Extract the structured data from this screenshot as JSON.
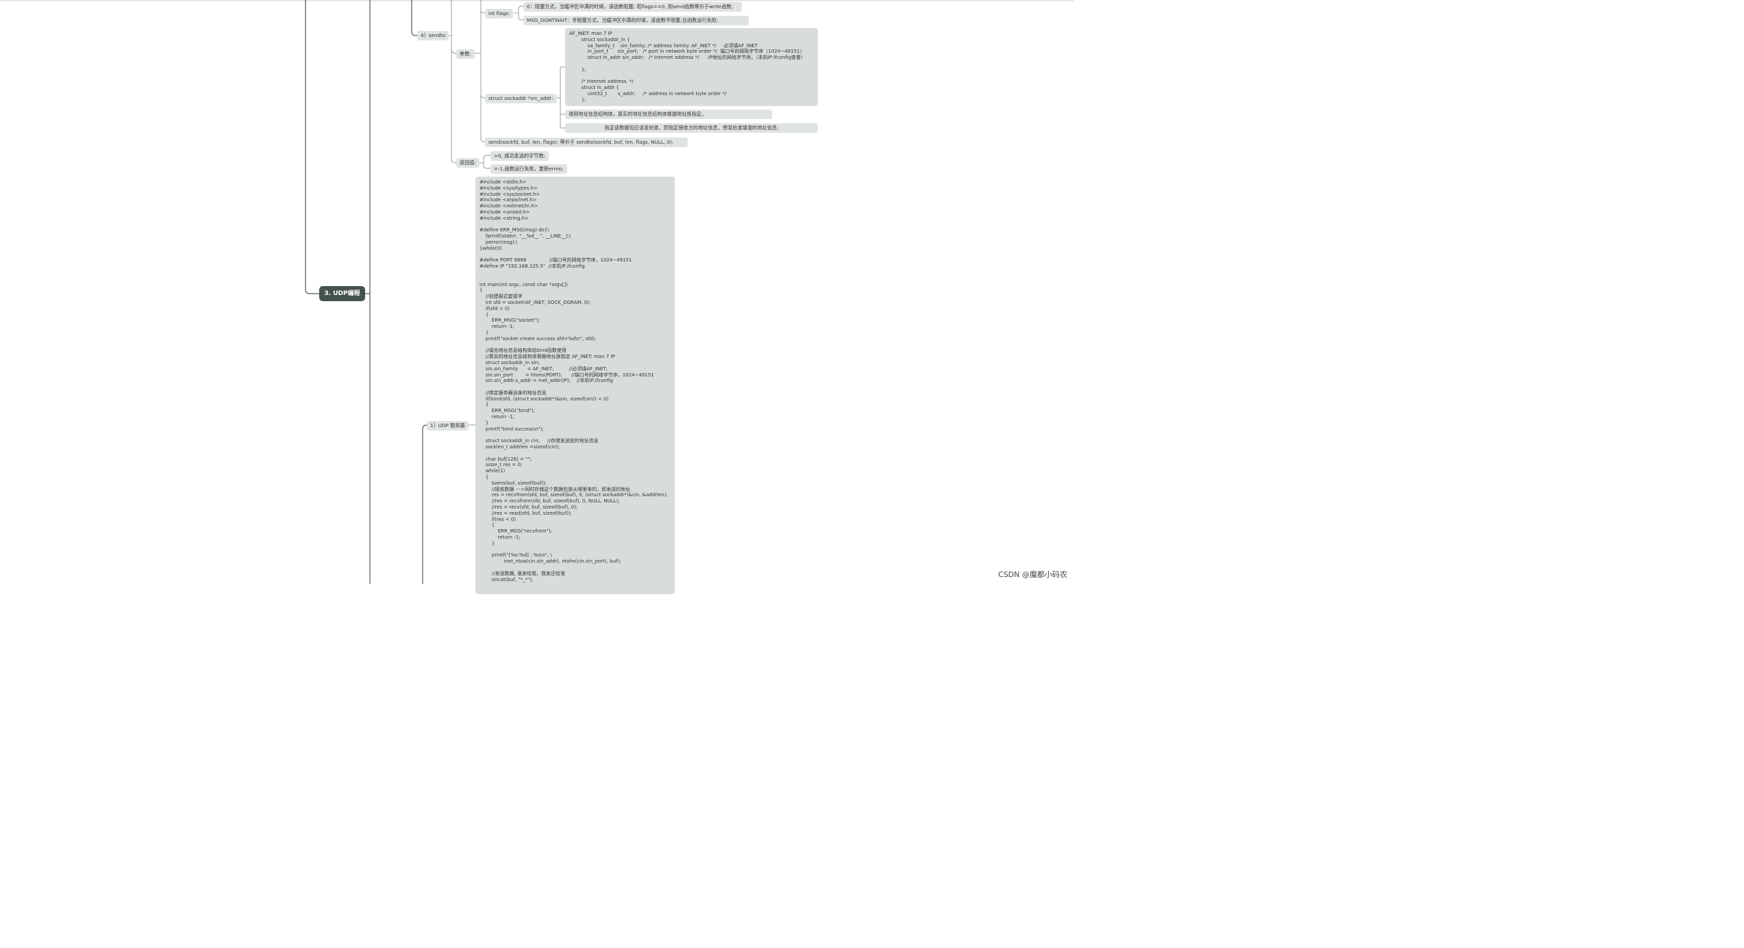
{
  "root": {
    "label": "3. UDP编程"
  },
  "sendto": {
    "label": "4）sendto",
    "params_label": "参数:",
    "flags_label": "int flags:",
    "flags_options": [
      "0：阻塞方式，当缓冲区中满的时候，该函数阻塞; 若flags==0, 则send函数等价于write函数;",
      "MSG_DONTWAIT：非阻塞方式，当缓冲区中满的时候，该函数不阻塞;且函数运行失败;"
    ],
    "src_addr_label": "struct sockaddr *src_addr:",
    "src_addr_code": "AF_INET: man 7 IP\n        struct sockaddr_in {\n            sa_family_t    sin_family; /* address family: AF_INET */     必须填AF_INET\n            in_port_t      sin_port;   /* port in network byte order */  端口号的网络字节序（1024~49151）\n            struct in_addr sin_addr;   /* internet address */      IP地址的网络字节序。（本机IP:ifconfig查看）\n\n        };\n\n        /* Internet address. */\n        struct in_addr {\n            uint32_t       s_addr;     /* address in network byte order */\n        };",
    "src_addr_notes": [
      "通用地址信息结构体，真实的地址信息结构体根据地址族指定。",
      "指定该数据包应该发给谁，即指定接收方的地址信息，想发给谁填谁的地址信息;"
    ],
    "equivalence": "send(sockfd, buf, len, flags); 等价于 sendto(sockfd, buf, len, flags, NULL, 0);",
    "return_label": "返回值:",
    "return_values": [
      ">0, 成功发送的字节数;",
      "=-1,函数运行失败，更新errno;"
    ]
  },
  "udp_server": {
    "label": "1）UDP 服务器",
    "code": "#include <stdio.h>\n#include <sys/types.h>\n#include <sys/socket.h>\n#include <arpa/inet.h>\n#include <netinet/in.h>\n#include <unistd.h>\n#include <string.h>\n\n#define ERR_MSG(msg) do{\\\n    fprintf(stderr, \"__%d__ \", __LINE__);\\\n    perror(msg);\\\n}while(0)\n\n#define PORT 8888               //端口号的网络字节序，1024~49151\n#define IP \"192.168.125.5\"  //本机IP,ifconfig\n\n\nint main(int argc, const char *argv[])\n{\n    //创建报式套接字\n    int sfd = socket(AF_INET, SOCK_DGRAM, 0);\n    if(sfd < 0)\n    {\n        ERR_MSG(\"socket\");\n        return -1;\n    }\n    printf(\"socket create success sfd=%d\\n\", sfd);\n\n    //填充地址信息结构体给bind函数使用\n    //真实的地址信息结构体根据地址族指定 AF_INET: man 7 IP\n    struct sockaddr_in sin;\n    sin.sin_family      = AF_INET;          //必须填AF_INET;\n    sin.sin_port        = htons(PORT);      //端口号的网络字节序，1024~49151\n    sin.sin_addr.s_addr = inet_addr(IP);    //本机IP,ifconfig\n\n    //绑定服务器自身的地址信息\n    if(bind(sfd, (struct sockaddr*)&sin, sizeof(sin)) < 0)\n    {\n        ERR_MSG(\"bind\");\n        return -1;\n    }\n    printf(\"bind success\\n\");\n\n    struct sockaddr_in cin;     //存储发送放的地址信息\n    socklen_t addrlen =sizeof(cin);\n\n    char buf[128] = \"\";\n    ssize_t res = 0;\n    while(1)\n    {\n        bzero(buf, sizeof(buf));\n        //接收数据 --->同时存储这个数据包是从哪里来的，即发送的地址\n        res = recvfrom(sfd, buf, sizeof(buf), 0, (struct sockaddr*)&cin, &addrlen);\n        //res = recvfrom(sfd, buf, sizeof(buf), 0, NULL, NULL);\n        //res = recv(sfd, buf, sizeof(buf), 0);\n        //res = read(sfd, buf, sizeof(buf));\n        if(res < 0)\n        {\n            ERR_MSG(\"recvfrom\");\n            return -1;\n        }\n\n        printf(\"[%s:%d] : %s\\n\", \\\n                inet_ntoa(cin.sin_addr), ntohs(cin.sin_port), buf);\n\n        //发送数据, 谁发给我，我发还给谁\n        strcat(buf, \"*_*\");"
  },
  "watermark": "CSDN @魔都小码农",
  "colors": {
    "line": "#4b5a57",
    "root_bg": "#45524f",
    "node_bg": "#e0e3e3",
    "box_bg": "#d9dcdd"
  }
}
